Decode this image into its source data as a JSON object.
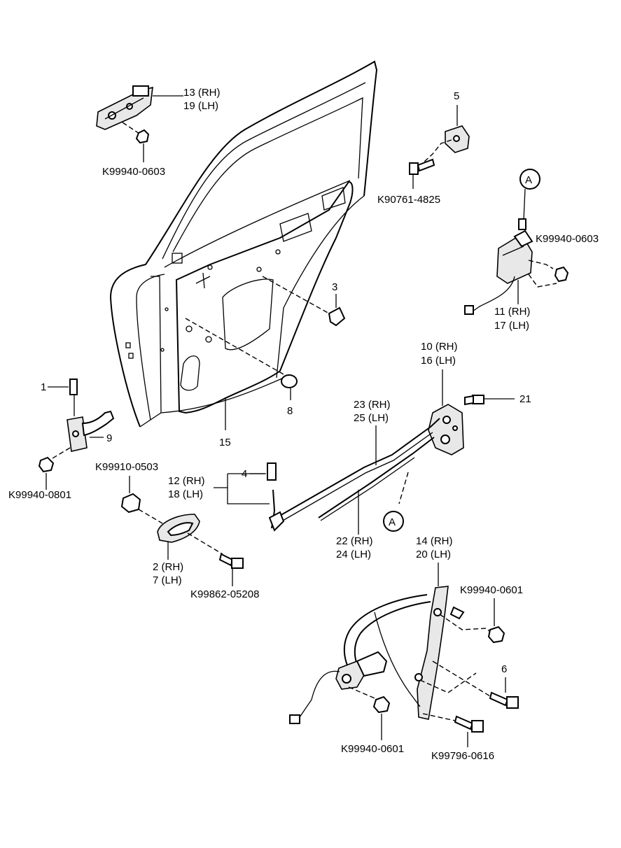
{
  "labels": {
    "p13_19": {
      "l1": "13 (RH)",
      "l2": "19 (LH)"
    },
    "k_0603_top": "K99940-0603",
    "p5": "5",
    "k_4825": "K90761-4825",
    "ref_a": "A",
    "k_0603_right": "K99940-0603",
    "p11_17": {
      "l1": "11 (RH)",
      "l2": "17 (LH)"
    },
    "p3": "3",
    "p8": "8",
    "p15": "15",
    "p1": "1",
    "p9": "9",
    "k_0801": "K99940-0801",
    "p10_16": {
      "l1": "10 (RH)",
      "l2": "16 (LH)"
    },
    "p21": "21",
    "p23_25": {
      "l1": "23 (RH)",
      "l2": "25 (LH)"
    },
    "p4": "4",
    "k_0503": "K99910-0503",
    "p12_18": {
      "l1": "12 (RH)",
      "l2": "18 (LH)"
    },
    "p2_7": {
      "l1": "2 (RH)",
      "l2": "7 (LH)"
    },
    "k_05208": "K99862-05208",
    "p22_24": {
      "l1": "22 (RH)",
      "l2": "24 (LH)"
    },
    "p14_20": {
      "l1": "14 (RH)",
      "l2": "20 (LH)"
    },
    "k_0601_right": "K99940-0601",
    "p6": "6",
    "k_0601_bottom": "K99940-0601",
    "k_0616": "K99796-0616"
  }
}
